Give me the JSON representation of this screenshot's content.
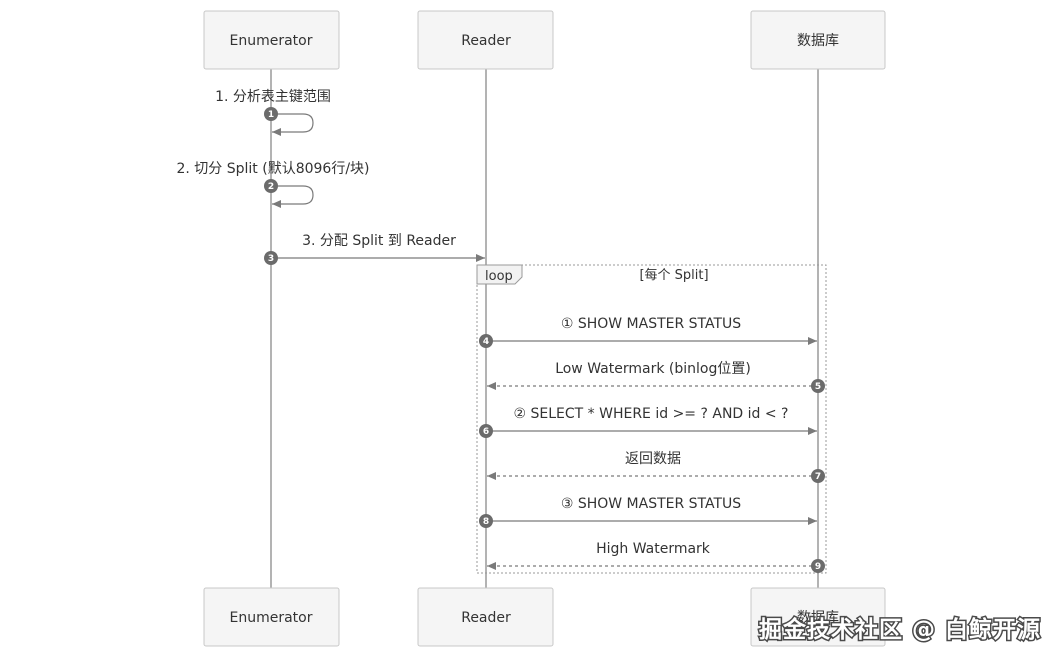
{
  "participants": [
    {
      "id": "enumerator",
      "label": "Enumerator"
    },
    {
      "id": "reader",
      "label": "Reader"
    },
    {
      "id": "database",
      "label": "数据库"
    }
  ],
  "messages": [
    {
      "num": "1",
      "label": "1. 分析表主键范围",
      "from": "enumerator",
      "to": "enumerator",
      "style": "solid"
    },
    {
      "num": "2",
      "label": "2. 切分 Split (默认8096行/块)",
      "from": "enumerator",
      "to": "enumerator",
      "style": "solid"
    },
    {
      "num": "3",
      "label": "3. 分配 Split 到 Reader",
      "from": "enumerator",
      "to": "reader",
      "style": "solid"
    },
    {
      "num": "4",
      "label": "① SHOW MASTER STATUS",
      "from": "reader",
      "to": "database",
      "style": "solid"
    },
    {
      "num": "5",
      "label": "Low Watermark (binlog位置)",
      "from": "database",
      "to": "reader",
      "style": "dashed"
    },
    {
      "num": "6",
      "label": "② SELECT * WHERE id >= ? AND id < ?",
      "from": "reader",
      "to": "database",
      "style": "solid"
    },
    {
      "num": "7",
      "label": "返回数据",
      "from": "database",
      "to": "reader",
      "style": "dashed"
    },
    {
      "num": "8",
      "label": "③ SHOW MASTER STATUS",
      "from": "reader",
      "to": "database",
      "style": "solid"
    },
    {
      "num": "9",
      "label": "High Watermark",
      "from": "database",
      "to": "reader",
      "style": "dashed"
    }
  ],
  "loop": {
    "label": "loop",
    "condition": "[每个 Split]"
  },
  "watermark": "掘金技术社区 @ 白鲸开源"
}
